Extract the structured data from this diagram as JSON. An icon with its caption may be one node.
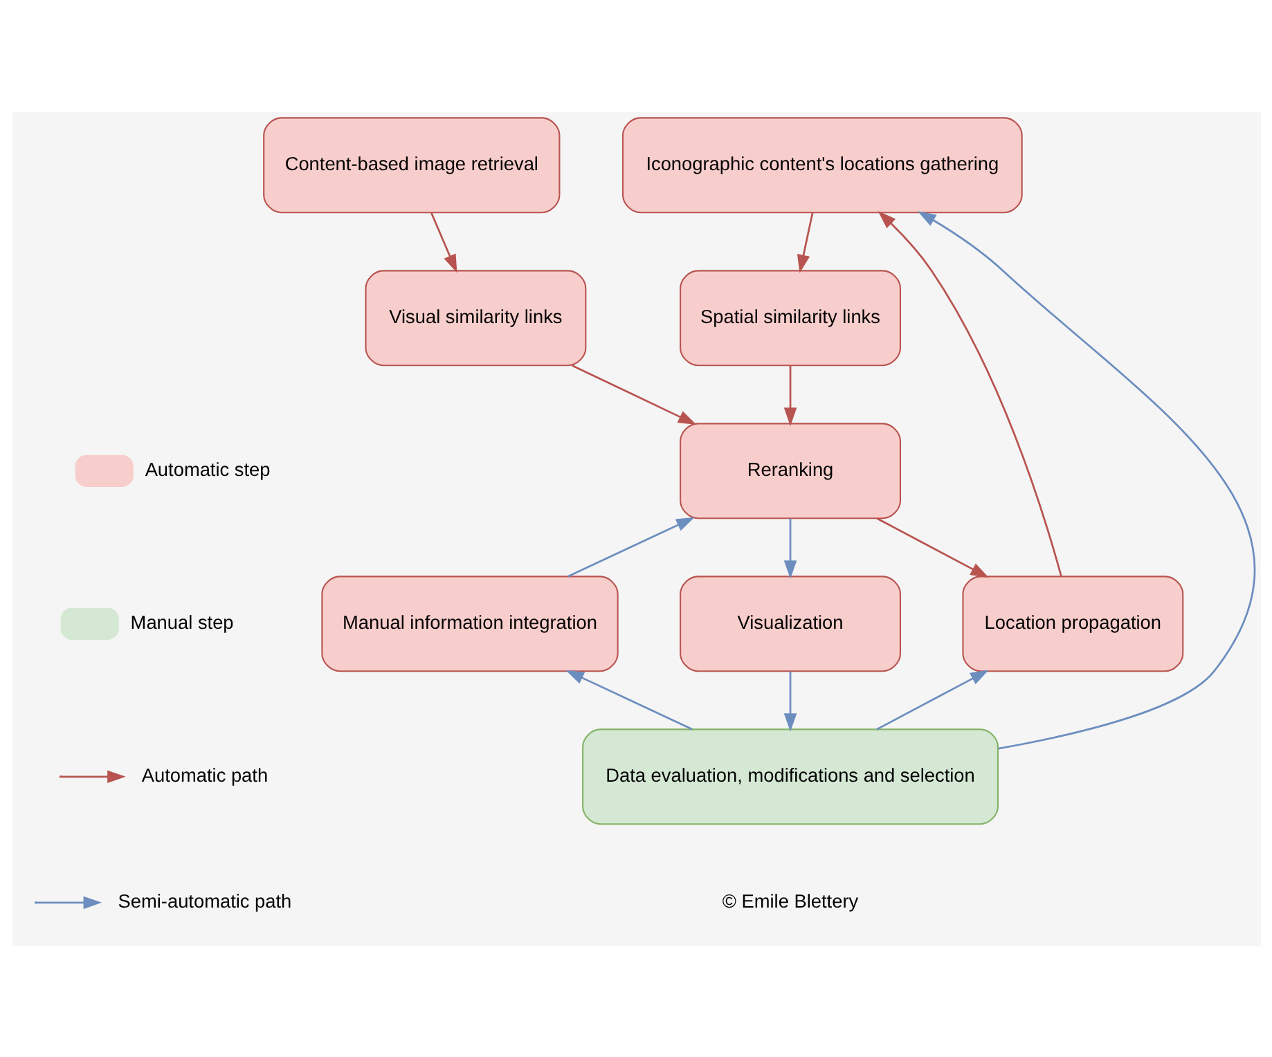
{
  "diagram": {
    "nodes": [
      {
        "text": [
          "Content-based image retrieval"
        ]
      },
      {
        "text": [
          "Iconographic content's locations gathering"
        ]
      },
      {
        "text": [
          "Visual similarity links"
        ]
      },
      {
        "text": [
          "Spatial similarity links"
        ]
      },
      {
        "text": [
          "Reranking"
        ]
      },
      {
        "text": [
          "Manual information integration"
        ]
      },
      {
        "text": [
          "Visualization"
        ]
      },
      {
        "text": [
          "Location propagation"
        ]
      },
      {
        "text": [
          "Data evaluation, modifications and selection"
        ]
      }
    ],
    "edges": [
      {
        "from": 0,
        "to": 2,
        "arrow": "to",
        "color": "#b85450"
      },
      {
        "from": 1,
        "to": 3,
        "arrow": "to",
        "color": "#b85450"
      },
      {
        "from": 2,
        "to": 4,
        "arrow": "to",
        "color": "#b85450"
      },
      {
        "from": 3,
        "to": 4,
        "arrow": "to",
        "color": "#b85450"
      },
      {
        "from": 4,
        "to": 7,
        "arrow": "to",
        "color": "#b85450"
      },
      {
        "from": 4,
        "to": 6,
        "arrow": "to",
        "color": "#6c8ebf"
      },
      {
        "from": 7,
        "to": 1,
        "arrow": "to",
        "color": "#b85450"
      },
      {
        "from": 6,
        "to": 8,
        "arrow": "to",
        "color": "#6c8ebf"
      },
      {
        "from": 8,
        "to": 5,
        "arrow": "to",
        "color": "#6c8ebf"
      },
      {
        "from": 5,
        "to": 4,
        "arrow": "to",
        "color": "#6c8ebf"
      },
      {
        "from": 8,
        "to": 7,
        "arrow": "to",
        "color": "#6c8ebf"
      },
      {
        "from": 8,
        "to": 1,
        "arrow": "to",
        "color": "#6c8ebf"
      }
    ],
    "labels": [
      "© Emile Blettery"
    ],
    "legend": [
      {
        "text": "Automatic step",
        "color": "#f8cecc"
      },
      {
        "text": "Manual step",
        "color": "#d5e8d4"
      },
      {
        "text": "Automatic path"
      },
      {
        "text": "Semi-automatic path"
      }
    ]
  }
}
